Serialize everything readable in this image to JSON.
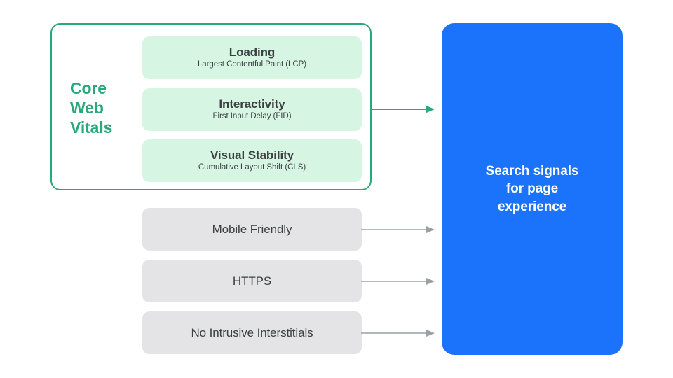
{
  "diagram": {
    "title": "Search signals for page experience",
    "colors": {
      "accent_green": "#2BA87A",
      "metric_card_bg": "#D6F5E3",
      "signal_card_bg": "#E4E4E6",
      "panel_blue": "#1B73FB",
      "text_dark": "#3C4043",
      "arrow_gray": "#9AA0A6",
      "background": "#FFFFFF"
    }
  },
  "core_web_vitals": {
    "group_label": "Core\nWeb\nVitals",
    "group_label_lines": [
      "Core",
      "Web",
      "Vitals"
    ],
    "metrics": [
      {
        "title": "Loading",
        "subtitle": "Largest Contentful Paint (LCP)",
        "abbr": "LCP"
      },
      {
        "title": "Interactivity",
        "subtitle": "First Input Delay (FID)",
        "abbr": "FID"
      },
      {
        "title": "Visual Stability",
        "subtitle": "Cumulative Layout Shift (CLS)",
        "abbr": "CLS"
      }
    ]
  },
  "other_signals": [
    {
      "label": "Mobile Friendly"
    },
    {
      "label": "HTTPS"
    },
    {
      "label": "No Intrusive Interstitials"
    }
  ],
  "destination": {
    "label": "Search signals\nfor page\nexperience",
    "label_lines": [
      "Search signals",
      "for page",
      "experience"
    ]
  },
  "connectors": [
    {
      "from": "core-web-vitals-group",
      "to": "search-signals-panel",
      "color": "#2BA87A",
      "style": "solid-arrow"
    },
    {
      "from": "mobile-friendly",
      "to": "search-signals-panel",
      "color": "#9AA0A6",
      "style": "solid-arrow"
    },
    {
      "from": "https",
      "to": "search-signals-panel",
      "color": "#9AA0A6",
      "style": "solid-arrow"
    },
    {
      "from": "no-intrusive-interstitials",
      "to": "search-signals-panel",
      "color": "#9AA0A6",
      "style": "solid-arrow"
    }
  ]
}
